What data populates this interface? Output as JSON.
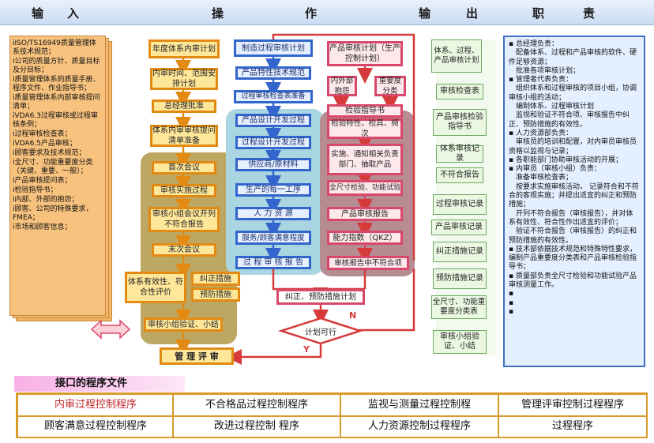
{
  "header": {
    "col1": "输　　入",
    "col2a": "操",
    "col2b": "作",
    "col3a": "输",
    "col3b": "出",
    "col4a": "职",
    "col4b": "责"
  },
  "inputs": [
    "iISO/TS16949质量管理体系技术规范；",
    "i公司的质量方针、质量目标及分目标；",
    "i质量管理体系的质量手册、程序文件、作业指导书；",
    "i质量管理体系内部审核提问清单；",
    "iVDA6.3过程审核或过程审核条例；",
    "i过程审核检查表；",
    "iVDA6.5产品审核；",
    "i顾客要求及技术规范；",
    "i全尺寸、功能重要度分类（关键、重要、一般）；",
    "i产品审核提问表；",
    "i检验指导书；",
    "i内部、外部的抱怨；",
    "i顾客、公司的特殊要求，FMEA；",
    "i市场和顾客信息；"
  ],
  "yellow_flow": {
    "plan": "年度体系内审计划",
    "schedule": "内审时间、范围安排计划",
    "approve": "总经理批准",
    "checklist": "体系内审审核提问清单准备",
    "first_meeting": "首次会议",
    "implement": "审核实施过程",
    "team_meeting": "审核小组会议开列不符合报告",
    "last_meeting": "末次会议",
    "effectiveness": "体系有效性、符合性评价",
    "corrective": "纠正措施",
    "preventive": "预防措施",
    "verify": "审核小组验证、小结",
    "review": "管 理 评 审"
  },
  "blue_flow": {
    "process_plan": "制造过程审核计划",
    "product_spec": "产品特性技术规范",
    "process_checklist": "过程审核检查表准备",
    "design_dev": "产品设计开发过程",
    "process_design": "过程设计开发过程",
    "supplier": "供应商/原材料",
    "production": "生产的每一工序",
    "hr": "人 力 资 源",
    "service": "服务/顾客满意程度",
    "report": "过 程 审 核 报 告"
  },
  "pink_flow": {
    "product_plan": "产品审核计划（生产控制计划）",
    "complaints": "内外部抱怨",
    "importance": "重要度分类",
    "inspection_guide": "检验指导书",
    "features": "检验特性、检具、频次",
    "implement": "实施、通知相关负责部门、抽取产品",
    "full_size": "全尺寸检验、功能试验",
    "report": "产品审核报告",
    "qkz": "能力指数（QKZ）",
    "nonconform": "审核报告中不符合项"
  },
  "bottom_flow": {
    "action_plan": "纠正、预防措施计划",
    "decision": "计划可行",
    "n_label": "N",
    "y_label": "Y"
  },
  "outputs": [
    "体系、过程、产品审核计划",
    "审核检查表",
    "产品审核检验指导书",
    "体系审核记录",
    "不符合报告",
    "过程审核记录",
    "产品审核记录",
    "纠正措施记录",
    "预防措施记录",
    "全尺寸、功能重要度分类表",
    "审核小组验证、小结"
  ],
  "duties": [
    "▪ 总经理负责：",
    "　配备体系、过程和产品审核的软件、硬件足够资源；",
    "　批准各项审核计划；",
    "▪ 管理者代表负责：",
    "　组织体系和过程审核的项目小组，协调审核小组的活动；",
    "　编制体系、过程审核计划",
    "　监视和验证不符合项、审核报告中纠正、预防措施的有效性。",
    "▪ 人力资源部负责：",
    "　审核员的培训和配置，对内审员审核员资格以监视与记录；",
    "▪ 各职能部门协助审核活动的开展；",
    "▪ 内审员（审核小组）负责：",
    "　准备审核检查表；",
    "　按要求实施审核活动， 记录符合和不符合的客观实施；并提出适宜的纠正和预防措施；",
    "　开列不符合报告（审核报告），并对体系有效性、符合性作出适宜的评价；",
    "　验证不符合报告（审核报告）的纠正和预防措施的有效性。",
    "▪ 技术部依据技术规范和特殊特性要求，编制产品重要度分类表和产品审核检验指导书；",
    "▪ 质量部负责全尺寸检验和功能试验产品审核测量工作。",
    "▪",
    "▪",
    "▪"
  ],
  "interface": {
    "title": "接口的程序文件",
    "rows": [
      [
        "内审过程控制程序",
        "不合格品过程控制程序",
        "监视与测量过程控制程",
        "管理评审控制过程程序"
      ],
      [
        "顾客满意过程控制程序",
        "改进过程控制 程序",
        "人力资源控制过程程序",
        "过程程序"
      ]
    ]
  },
  "colors": {
    "yellow_border": "#e28a14",
    "blue_border": "#3366cc",
    "pink_border": "#d8486a",
    "red_line": "#d63a3a"
  }
}
